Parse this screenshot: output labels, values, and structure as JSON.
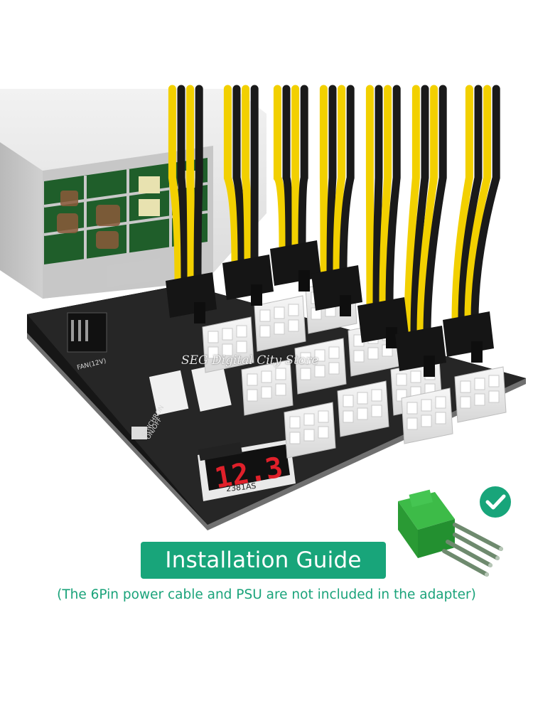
{
  "banner": {
    "title": "Installation Guide",
    "caption": "(The 6Pin power cable and PSU are not included in the adapter)"
  },
  "watermark": "SEG Digital City Store",
  "pcb_labels": {
    "fan": "FAN(12V)",
    "synchron": "SYNCHRON",
    "onoff": "ON/OFF",
    "display_digits": "12.3",
    "model": "2381AS"
  },
  "colors": {
    "brand_green": "#18a57a",
    "wire_yellow": "#f2d000",
    "wire_black": "#1a1a1a",
    "pcb": "#222222",
    "led_red": "#e0202a",
    "connector_green": "#2fa83a"
  },
  "icons": [
    "check-circle-icon"
  ]
}
